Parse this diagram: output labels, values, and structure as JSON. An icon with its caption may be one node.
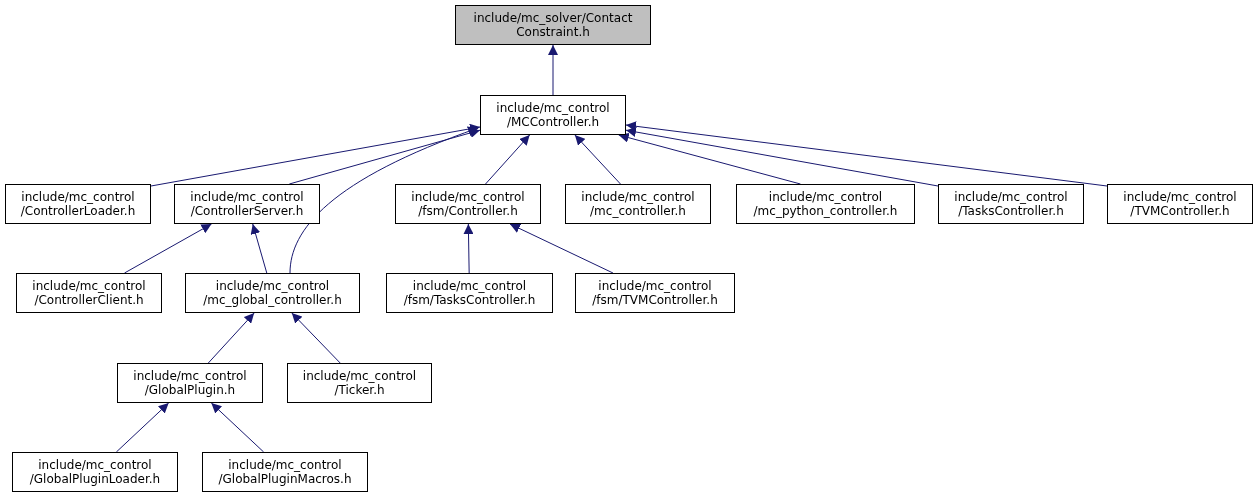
{
  "diagram": {
    "nodes": [
      {
        "text": [
          "include/mc_solver/Contact Constraint.h"
        ]
      },
      {
        "text": [
          "include/mc_control /MCController.h"
        ]
      },
      {
        "text": [
          "include/mc_control /ControllerLoader.h"
        ]
      },
      {
        "text": [
          "include/mc_control /ControllerServer.h"
        ]
      },
      {
        "text": [
          "include/mc_control /fsm/Controller.h"
        ]
      },
      {
        "text": [
          "include/mc_control /mc_controller.h"
        ]
      },
      {
        "text": [
          "include/mc_control /mc_python_controller.h"
        ]
      },
      {
        "text": [
          "include/mc_control /TasksController.h"
        ]
      },
      {
        "text": [
          "include/mc_control /TVMController.h"
        ]
      },
      {
        "text": [
          "include/mc_control /ControllerClient.h"
        ]
      },
      {
        "text": [
          "include/mc_control /mc_global_controller.h"
        ]
      },
      {
        "text": [
          "include/mc_control /fsm/TasksController.h"
        ]
      },
      {
        "text": [
          "include/mc_control /fsm/TVMController.h"
        ]
      },
      {
        "text": [
          "include/mc_control /GlobalPlugin.h"
        ]
      },
      {
        "text": [
          "include/mc_control /Ticker.h"
        ]
      },
      {
        "text": [
          "include/mc_control /GlobalPluginLoader.h"
        ]
      },
      {
        "text": [
          "include/mc_control /GlobalPluginMacros.h"
        ]
      }
    ],
    "edges": [
      {
        "from": 1,
        "to": 0,
        "arrow": "to"
      },
      {
        "from": 2,
        "to": 1,
        "arrow": "to"
      },
      {
        "from": 3,
        "to": 1,
        "arrow": "to"
      },
      {
        "from": 10,
        "to": 1,
        "arrow": "to"
      },
      {
        "from": 4,
        "to": 1,
        "arrow": "to"
      },
      {
        "from": 5,
        "to": 1,
        "arrow": "to"
      },
      {
        "from": 6,
        "to": 1,
        "arrow": "to"
      },
      {
        "from": 7,
        "to": 1,
        "arrow": "to"
      },
      {
        "from": 8,
        "to": 1,
        "arrow": "to"
      },
      {
        "from": 9,
        "to": 3,
        "arrow": "to"
      },
      {
        "from": 10,
        "to": 3,
        "arrow": "to"
      },
      {
        "from": 11,
        "to": 4,
        "arrow": "to"
      },
      {
        "from": 12,
        "to": 4,
        "arrow": "to"
      },
      {
        "from": 13,
        "to": 10,
        "arrow": "to"
      },
      {
        "from": 14,
        "to": 10,
        "arrow": "to"
      },
      {
        "from": 15,
        "to": 13,
        "arrow": "to"
      },
      {
        "from": 16,
        "to": 13,
        "arrow": "to"
      }
    ]
  }
}
